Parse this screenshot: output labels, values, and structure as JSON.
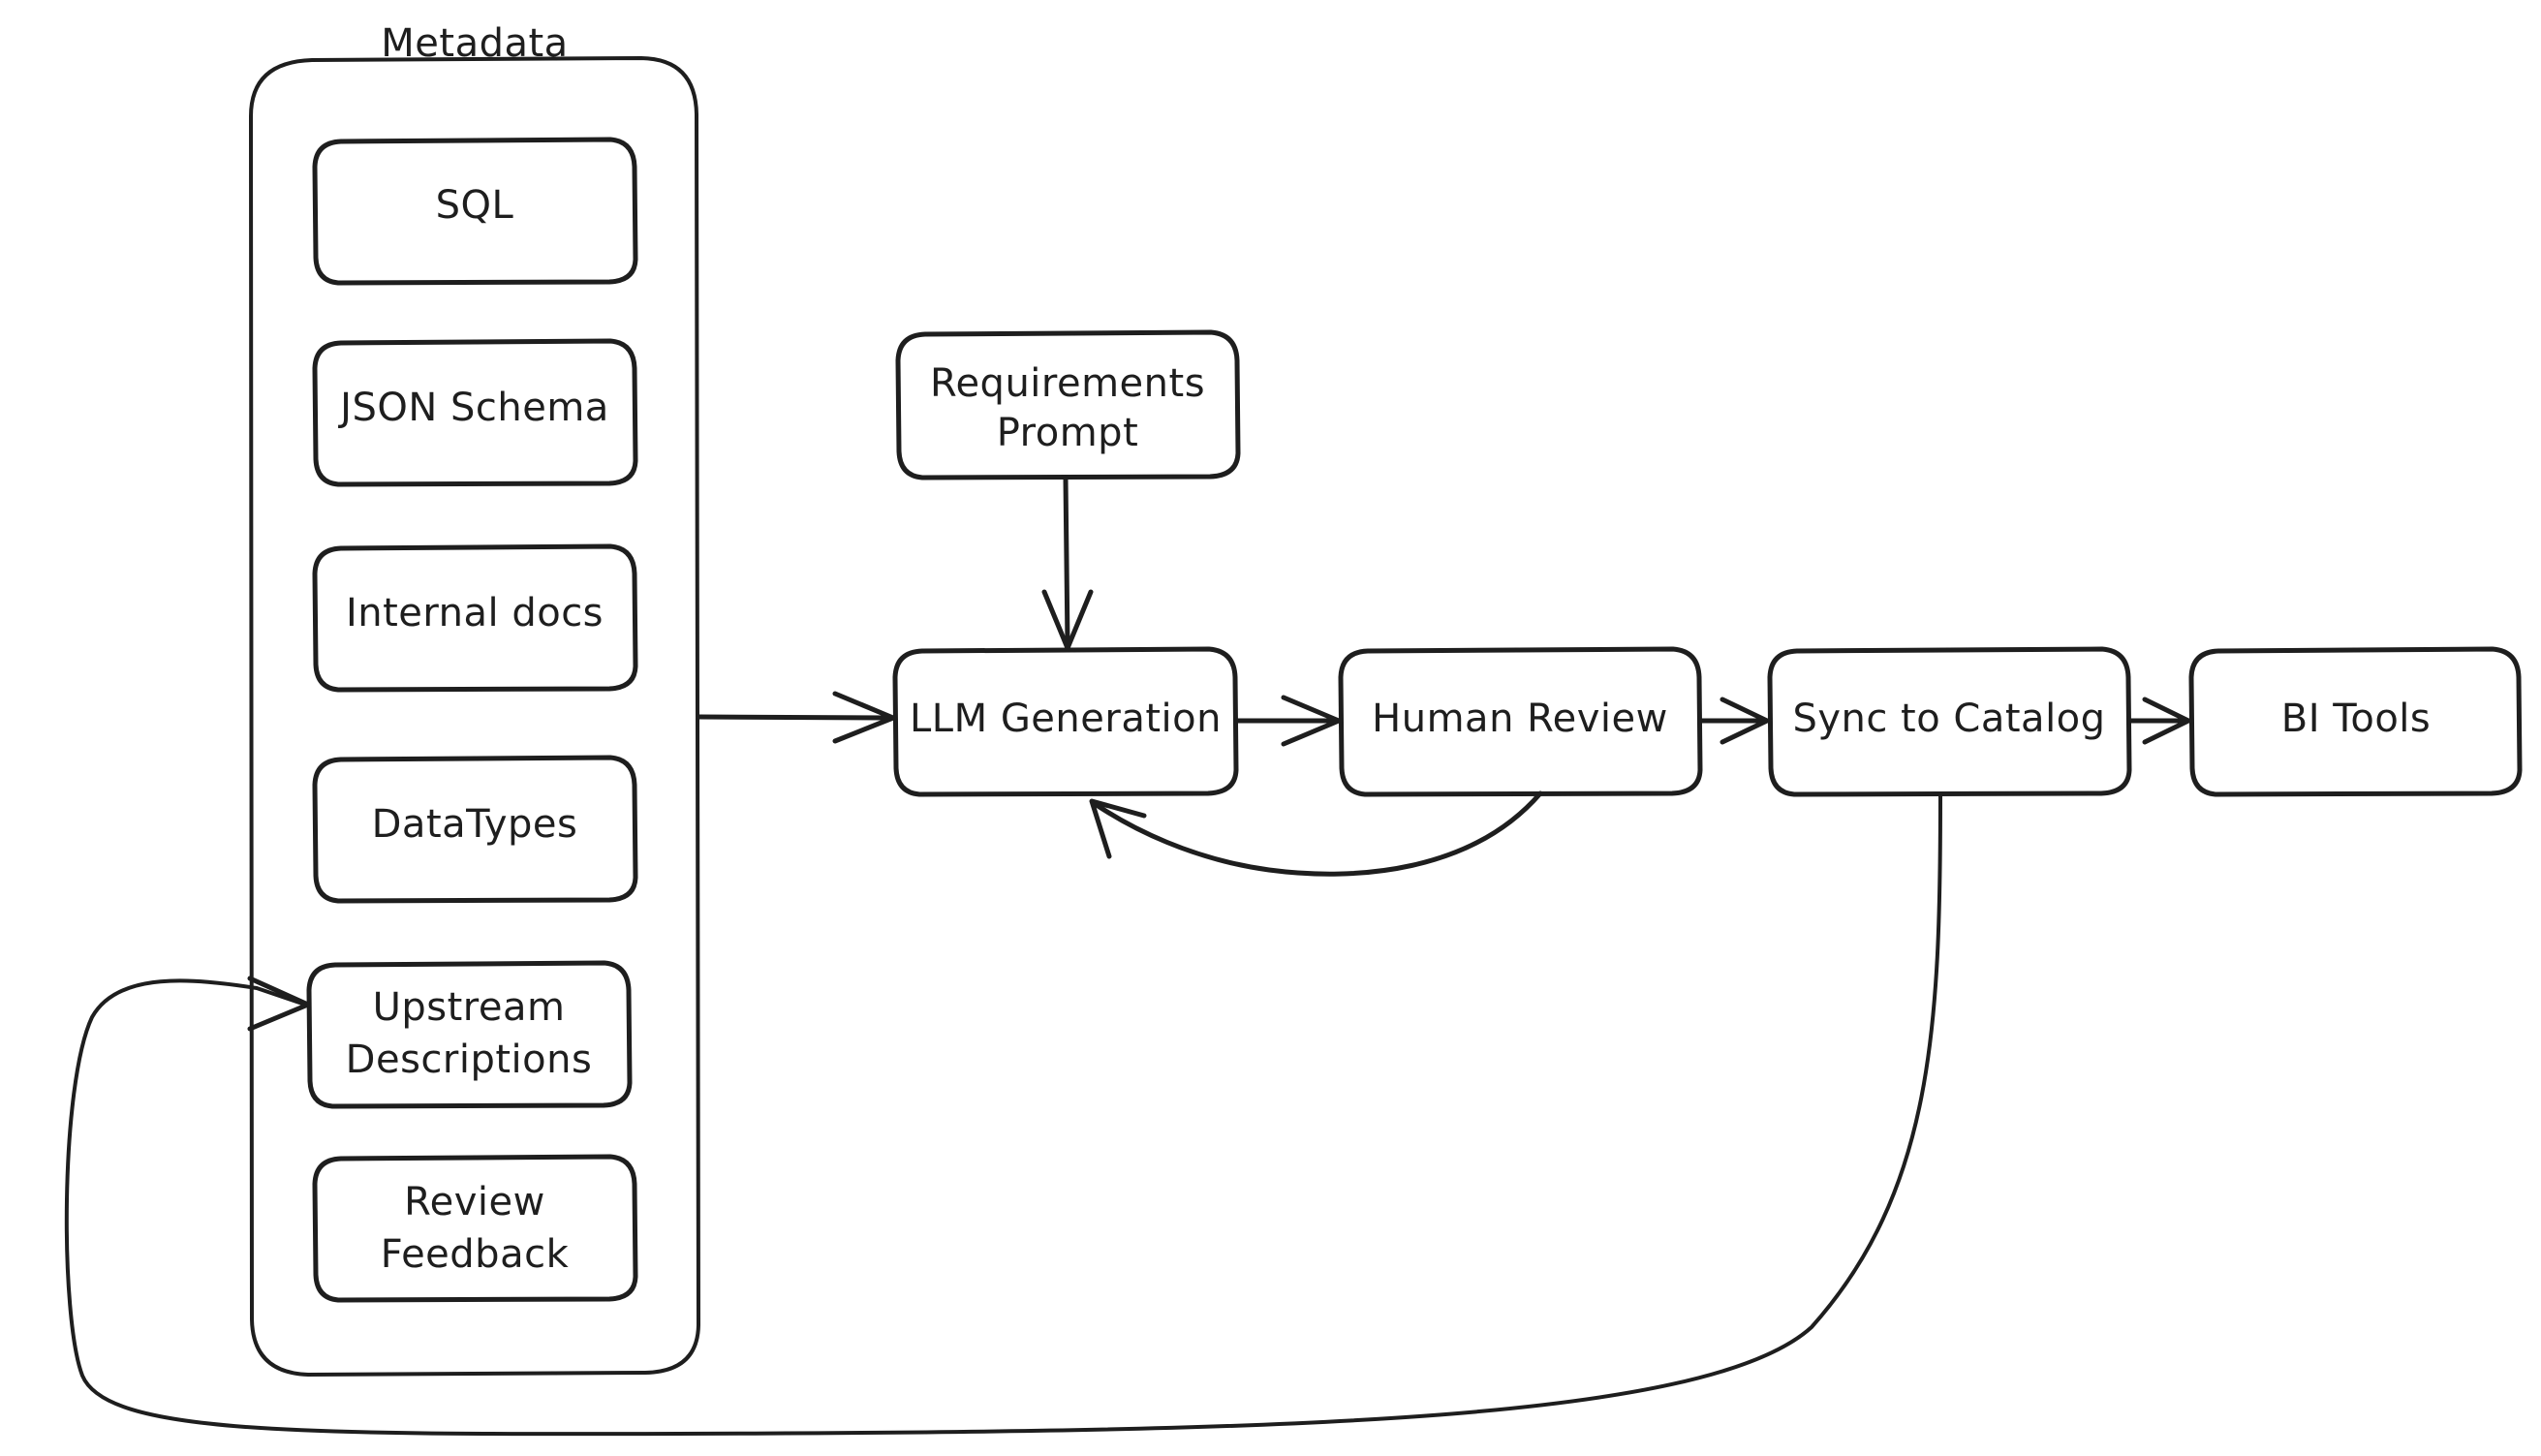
{
  "diagram": {
    "title_visible": false,
    "style": "hand-drawn",
    "stroke_color": "#1e1e1e",
    "background_color": "#ffffff",
    "groups": [
      {
        "id": "metadata-group",
        "label": "Metadata",
        "label_position": "top-outside",
        "items": [
          {
            "id": "sql",
            "label": "SQL"
          },
          {
            "id": "json-schema",
            "label": "JSON Schema"
          },
          {
            "id": "internal-docs",
            "label": "Internal docs"
          },
          {
            "id": "datatypes",
            "label": "DataTypes"
          },
          {
            "id": "upstream-descriptions",
            "label": "Upstream\nDescriptions",
            "line1": "Upstream",
            "line2": "Descriptions"
          },
          {
            "id": "review-feedback",
            "label": "Review\nFeedback",
            "line1": "Review",
            "line2": "Feedback"
          }
        ]
      }
    ],
    "nodes": [
      {
        "id": "requirements-prompt",
        "label": "Requirements\nPrompt",
        "line1": "Requirements",
        "line2": "Prompt"
      },
      {
        "id": "llm-generation",
        "label": "LLM Generation"
      },
      {
        "id": "human-review",
        "label": "Human Review"
      },
      {
        "id": "sync-to-catalog",
        "label": "Sync to Catalog"
      },
      {
        "id": "bi-tools",
        "label": "BI Tools"
      }
    ],
    "edges": [
      {
        "id": "metadata-to-llm",
        "from": "metadata-group",
        "to": "llm-generation",
        "label": "",
        "arrow": "end"
      },
      {
        "id": "prompt-to-llm",
        "from": "requirements-prompt",
        "to": "llm-generation",
        "label": "",
        "arrow": "end"
      },
      {
        "id": "llm-to-review",
        "from": "llm-generation",
        "to": "human-review",
        "label": "",
        "arrow": "end"
      },
      {
        "id": "review-to-sync",
        "from": "human-review",
        "to": "sync-to-catalog",
        "label": "",
        "arrow": "end"
      },
      {
        "id": "sync-to-bi",
        "from": "sync-to-catalog",
        "to": "bi-tools",
        "label": "",
        "arrow": "end"
      },
      {
        "id": "review-feedback-loop",
        "from": "human-review",
        "to": "llm-generation",
        "label": "",
        "arrow": "end"
      },
      {
        "id": "catalog-to-upstream-loop",
        "from": "sync-to-catalog",
        "to": "upstream-descriptions",
        "label": "",
        "arrow": "end"
      }
    ]
  }
}
